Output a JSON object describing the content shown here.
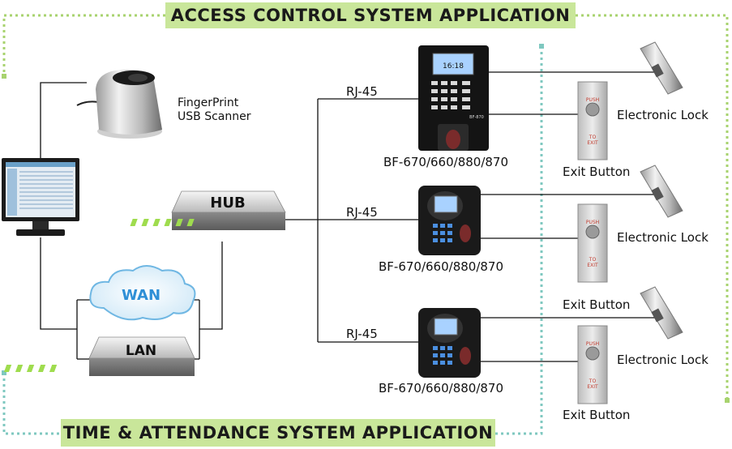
{
  "titles": {
    "top": "ACCESS CONTROL SYSTEM APPLICATION",
    "bottom": "TIME & ATTENDANCE SYSTEM APPLICATION"
  },
  "scanner": {
    "line1": "FingerPrint",
    "line2": "USB Scanner"
  },
  "hub": {
    "label": "HUB"
  },
  "wan": {
    "label": "WAN"
  },
  "lan": {
    "label": "LAN"
  },
  "connections": {
    "rj45_1": "RJ-45",
    "rj45_2": "RJ-45",
    "rj45_3": "RJ-45"
  },
  "devices": [
    {
      "model": "BF-670/660/880/870",
      "screen": "16:18",
      "badge": "BF-870"
    },
    {
      "model": "BF-670/660/880/870"
    },
    {
      "model": "BF-670/660/880/870"
    }
  ],
  "locks": [
    {
      "label": "Electronic Lock"
    },
    {
      "label": "Electronic Lock"
    },
    {
      "label": "Electronic Lock"
    }
  ],
  "exit_buttons": [
    {
      "label": "Exit Button",
      "push": "PUSH",
      "to": "TO",
      "exit": "EXIT"
    },
    {
      "label": "Exit Button",
      "push": "PUSH",
      "to": "TO",
      "exit": "EXIT"
    },
    {
      "label": "Exit Button",
      "push": "PUSH",
      "to": "TO",
      "exit": "EXIT"
    }
  ],
  "colors": {
    "banner": "#c9e69a",
    "dotted_green": "#a8d36f",
    "dotted_teal": "#7fc8c0",
    "line": "#111111"
  }
}
